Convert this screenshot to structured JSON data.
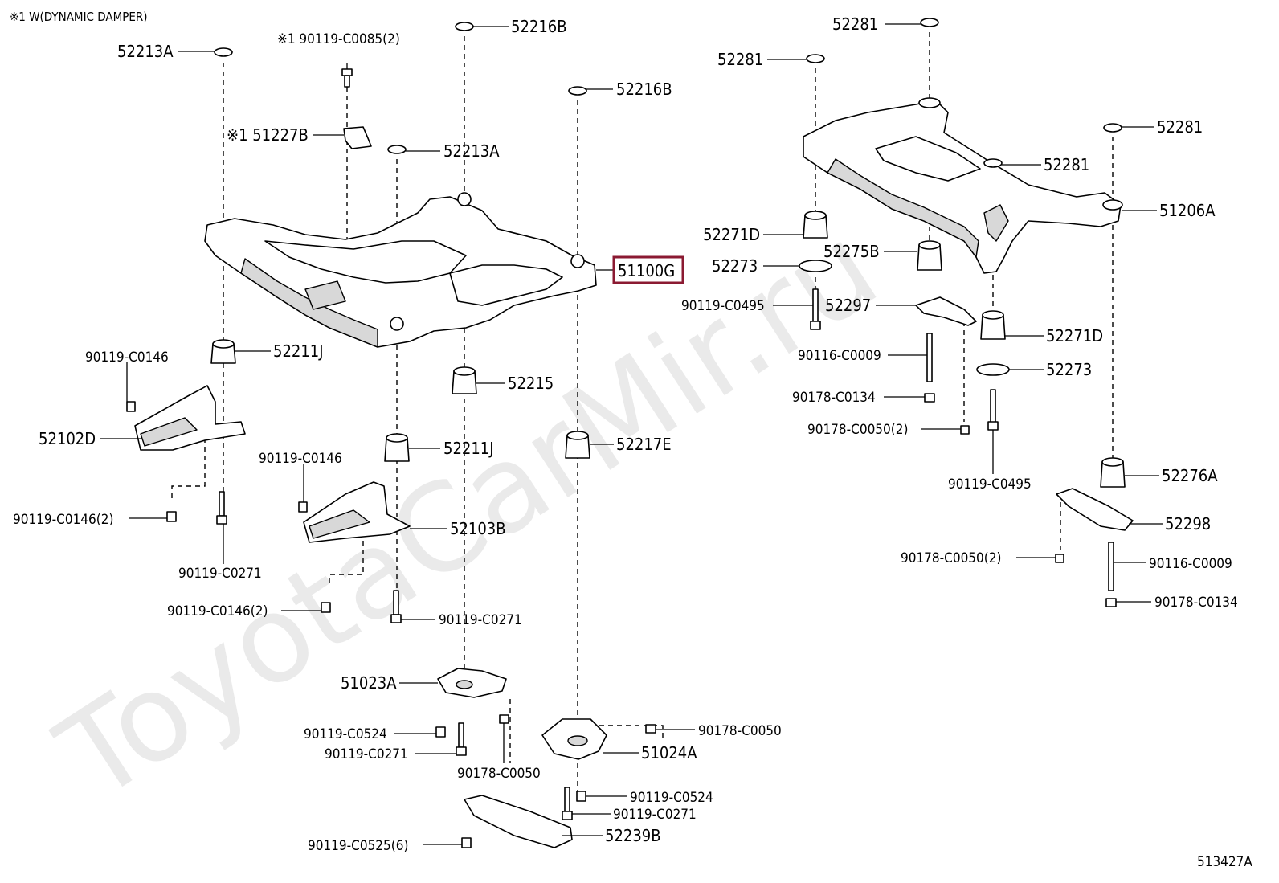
{
  "note": "※1 W(DYNAMIC DAMPER)",
  "diagram_code": "513427A",
  "watermark": "ToyotaCarMir.ru",
  "highlight_color": "#8b1a32",
  "labels": {
    "l52213A_a": "52213A",
    "l90119_C0085": "※1 90119-C0085(2)",
    "l51227B": "※1 51227B",
    "l52216B_a": "52216B",
    "l52216B_b": "52216B",
    "l52213A_b": "52213A",
    "l51100G": "51100G",
    "l52211J_a": "52211J",
    "l90119_C0146_a": "90119-C0146",
    "l52215": "52215",
    "l52102D": "52102D",
    "l52211J_b": "52211J",
    "l52217E": "52217E",
    "l90119_C0146_b": "90119-C0146",
    "l52103B": "52103B",
    "l90119_C0146_2a": "90119-C0146(2)",
    "l90119_C0271_a": "90119-C0271",
    "l90119_C0146_2b": "90119-C0146(2)",
    "l90119_C0271_b": "90119-C0271",
    "l51023A": "51023A",
    "l90119_C0524_a": "90119-C0524",
    "l90119_C0271_c": "90119-C0271",
    "l90178_C0050_a": "90178-C0050",
    "l90178_C0050_b": "90178-C0050",
    "l51024A": "51024A",
    "l90119_C0524_b": "90119-C0524",
    "l90119_C0271_d": "90119-C0271",
    "l90119_C0525": "90119-C0525(6)",
    "l52239B": "52239B",
    "l52281_a": "52281",
    "l52281_b": "52281",
    "l52281_c": "52281",
    "l52281_d": "52281",
    "l51206A": "51206A",
    "l52271D_a": "52271D",
    "l52275B": "52275B",
    "l52273_a": "52273",
    "l90119_C0495_a": "90119-C0495",
    "l52297": "52297",
    "l52271D_b": "52271D",
    "l90116_C0009_a": "90116-C0009",
    "l52273_b": "52273",
    "l90178_C0134_a": "90178-C0134",
    "l90178_C0050_2a": "90178-C0050(2)",
    "l90119_C0495_b": "90119-C0495",
    "l52276A": "52276A",
    "l52298": "52298",
    "l90178_C0050_2b": "90178-C0050(2)",
    "l90116_C0009_b": "90116-C0009",
    "l90178_C0134_b": "90178-C0134"
  }
}
